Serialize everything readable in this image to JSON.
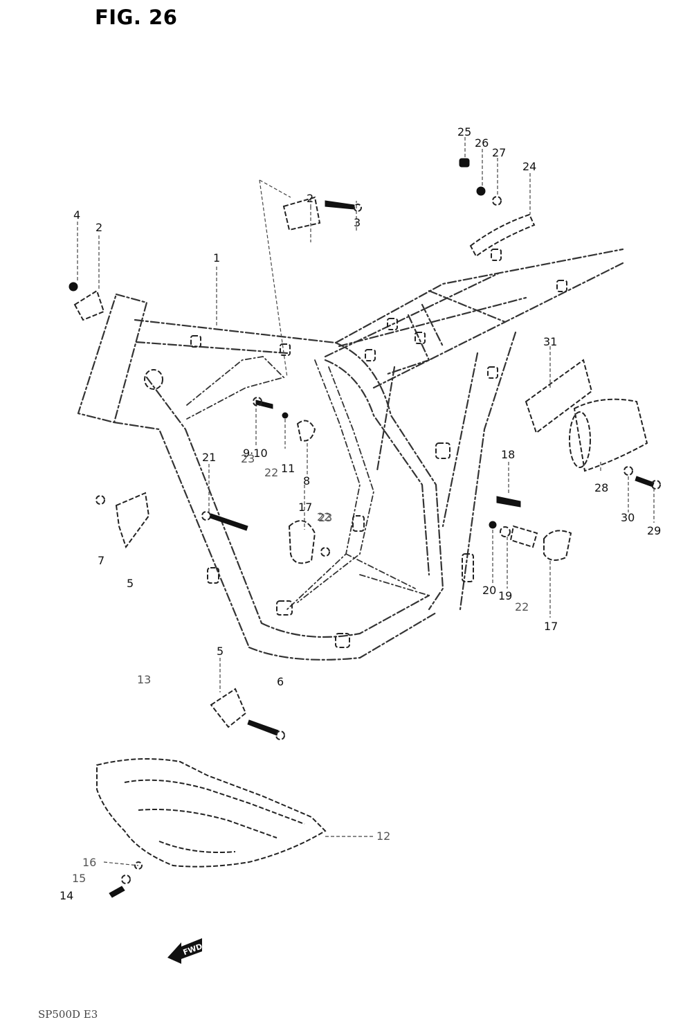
{
  "figure": {
    "title": "FIG. 26",
    "footer": "SP500D E3",
    "fwd_label": "FWD"
  },
  "callouts": [
    "1",
    "2",
    "2",
    "3",
    "4",
    "5",
    "5",
    "6",
    "7",
    "8",
    "9·10",
    "11",
    "12",
    "13",
    "14",
    "15",
    "16",
    "17",
    "17",
    "18",
    "19",
    "20",
    "21",
    "22",
    "22",
    "22",
    "23",
    "23",
    "24",
    "25",
    "26",
    "27",
    "28",
    "29",
    "30",
    "31"
  ]
}
